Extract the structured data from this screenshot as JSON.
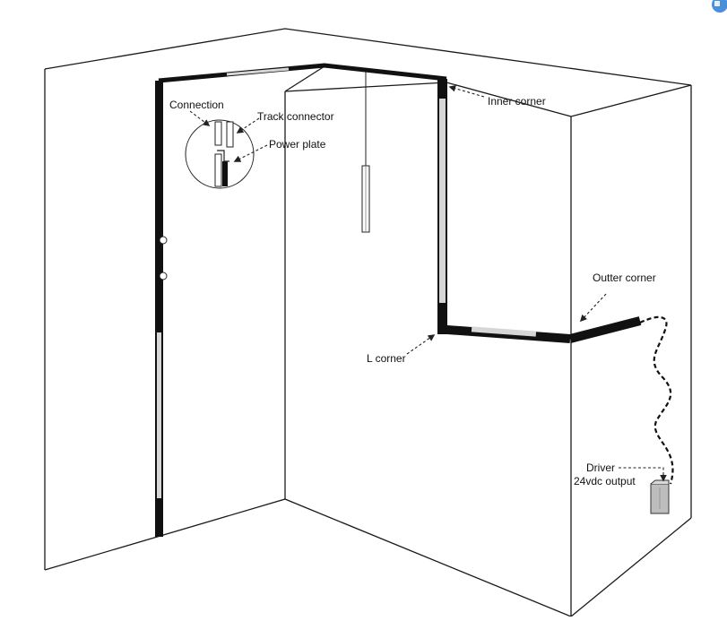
{
  "labels": {
    "connection": "Connection",
    "track_connector": "Track connector",
    "power_plate": "Power plate",
    "inner_corner": "Inner corner",
    "outter_corner": "Outter corner",
    "l_corner": "L corner",
    "driver_line1": "Driver",
    "driver_line2": "24vdc output"
  },
  "colors": {
    "track": "#111111",
    "light_panel": "#d6d6d6",
    "wall_line": "#1a1a1a",
    "driver_box": "#bdbdbd",
    "badge": "#4a90d9"
  }
}
